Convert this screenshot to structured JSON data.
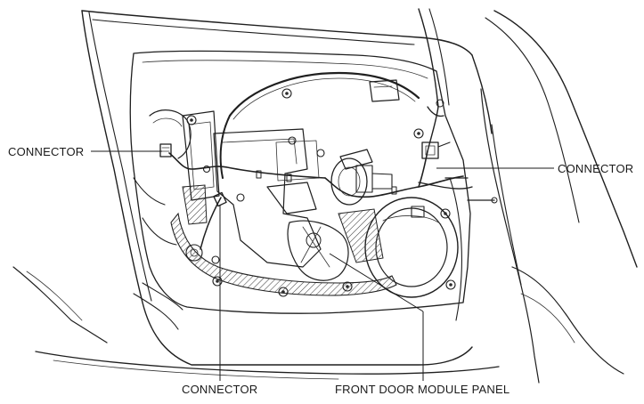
{
  "callouts": {
    "connector_left": "CONNECTOR",
    "connector_right": "CONNECTOR",
    "connector_bottom": "CONNECTOR",
    "module_panel": "FRONT DOOR MODULE PANEL"
  },
  "colors": {
    "line": "#1f1f1f",
    "background": "#ffffff"
  }
}
